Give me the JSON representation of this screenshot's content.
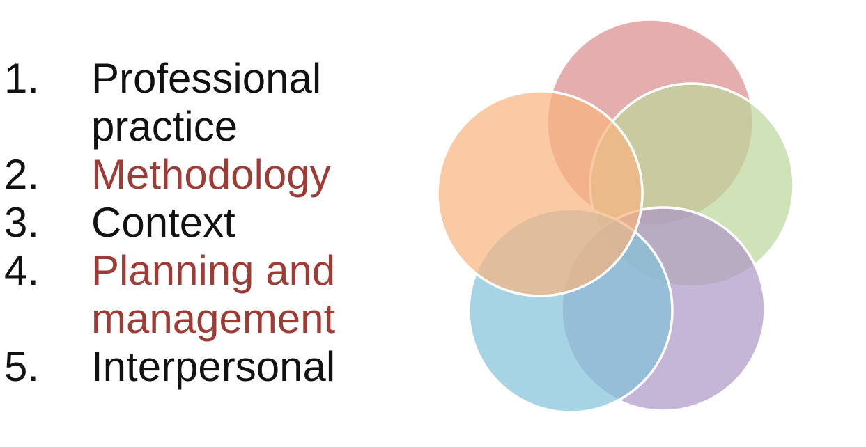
{
  "list": {
    "items": [
      {
        "number": "1.",
        "label": "Professional\npractice",
        "color": "#111111"
      },
      {
        "number": "2.",
        "label": "Methodology",
        "color": "#9e3b35"
      },
      {
        "number": "3.",
        "label": "Context",
        "color": "#111111"
      },
      {
        "number": "4.",
        "label": "Planning and\nmanagement",
        "color": "#9e3b35"
      },
      {
        "number": "5.",
        "label": "Interpersonal",
        "color": "#111111"
      }
    ]
  },
  "diagram": {
    "type": "five-circle venn",
    "circles": [
      {
        "name": "pink",
        "color": "#d98a8c"
      },
      {
        "name": "green",
        "color": "#bcd59a"
      },
      {
        "name": "purple",
        "color": "#ad96c6"
      },
      {
        "name": "blue",
        "color": "#82c2d8"
      },
      {
        "name": "orange",
        "color": "#f8b47e"
      }
    ]
  }
}
